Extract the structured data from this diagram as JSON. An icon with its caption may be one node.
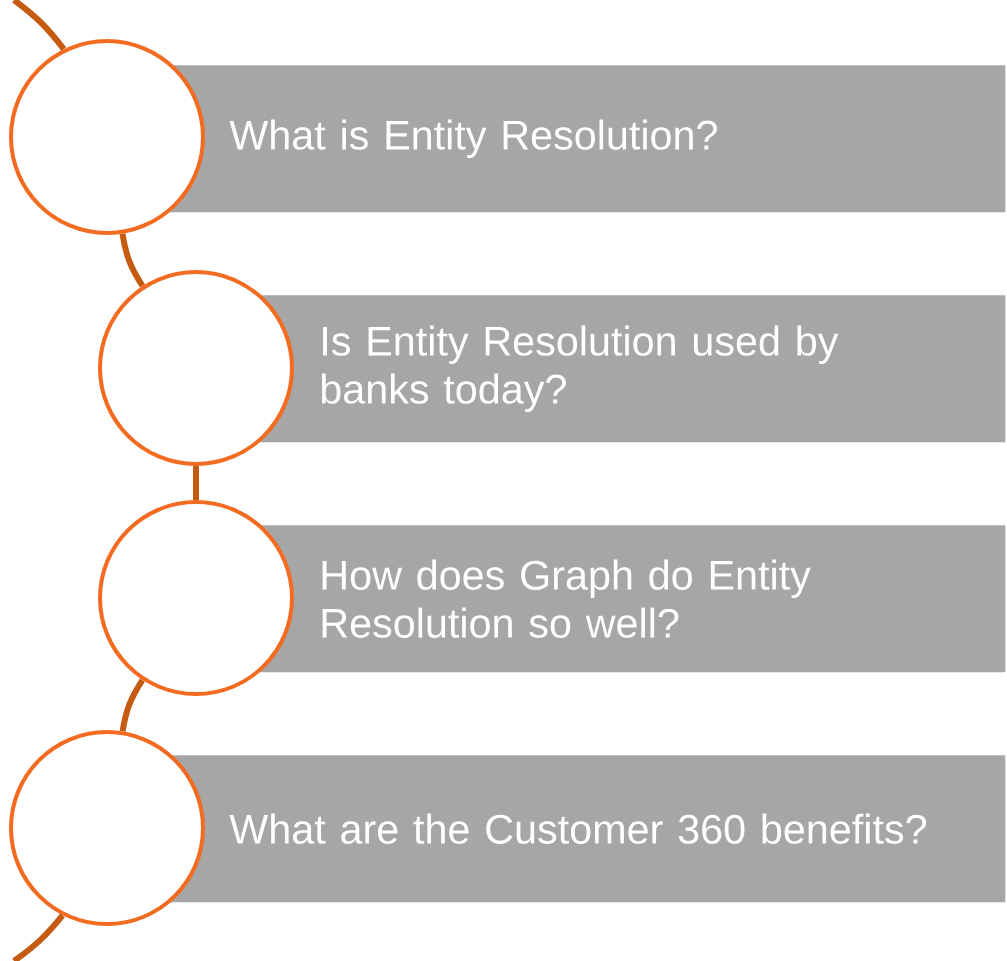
{
  "diagram": {
    "nodes": [
      {
        "text": [],
        "shape": "circle"
      },
      {
        "text": [
          "What is Entity Resolution?"
        ]
      },
      {
        "text": [],
        "shape": "circle"
      },
      {
        "text": [
          "Is Entity Resolution used by banks today?"
        ]
      },
      {
        "text": [],
        "shape": "circle"
      },
      {
        "text": [
          "How does Graph do Entity Resolution so well?"
        ]
      },
      {
        "text": [],
        "shape": "circle"
      },
      {
        "text": [
          "What are the Customer 360 benefits?"
        ]
      }
    ],
    "edges": [
      {
        "from": null,
        "to": 0,
        "arrow": "none"
      },
      {
        "from": 0,
        "to": 2,
        "arrow": "none"
      },
      {
        "from": 2,
        "to": 4,
        "arrow": "none"
      },
      {
        "from": 4,
        "to": 6,
        "arrow": "none"
      },
      {
        "from": 6,
        "to": null,
        "arrow": "none"
      }
    ]
  }
}
